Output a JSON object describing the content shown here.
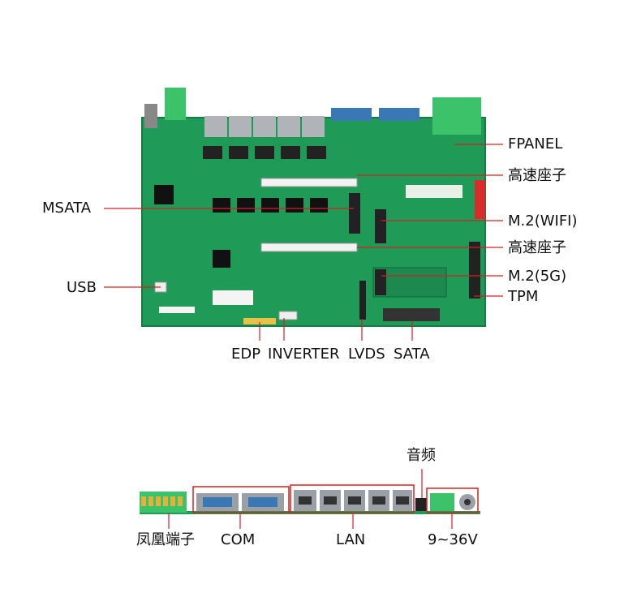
{
  "colors": {
    "pcb_green": "#1f9a57",
    "pcb_dark": "#157a43",
    "callout_red": "#d62020",
    "connector_green": "#3cc36a",
    "port_silver": "#9aa0a6",
    "db9_blue": "#3a78b5"
  },
  "top_view": {
    "labels": {
      "fpanel": "FPANEL",
      "hs1": "高速座子",
      "m2wifi": "M.2(WIFI)",
      "hs2": "高速座子",
      "m25g": "M.2(5G)",
      "tpm": "TPM",
      "msata": "MSATA",
      "usb": "USB",
      "edp": "EDP",
      "inverter": "INVERTER",
      "lvds": "LVDS",
      "sata": "SATA"
    }
  },
  "io_view": {
    "labels": {
      "audio": "音频",
      "phoenix": "凤凰端子",
      "com": "COM",
      "lan": "LAN",
      "power": "9~36V"
    }
  }
}
